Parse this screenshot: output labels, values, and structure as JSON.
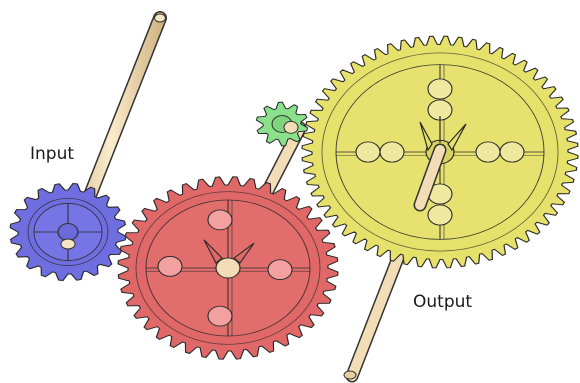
{
  "labels": {
    "input": "Input",
    "output": "Output"
  },
  "gears": [
    {
      "id": "input-gear",
      "teeth": 20,
      "color": "#6E6EE0"
    },
    {
      "id": "idler-gear",
      "teeth": 40,
      "color": "#E06868"
    },
    {
      "id": "small-green-gear",
      "teeth": 10,
      "color": "#8BE08B"
    },
    {
      "id": "output-gear",
      "teeth": 60,
      "color": "#E6E16A"
    }
  ],
  "colors": {
    "shaft": "#F3DDB6",
    "outline": "#2a2a2a"
  }
}
